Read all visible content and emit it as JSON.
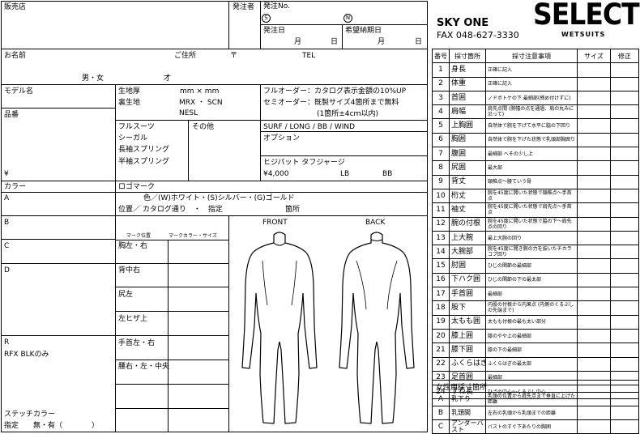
{
  "header": {
    "shop": "販売店",
    "orderer": "発注者",
    "order_no": "発注No.",
    "s_mark": "S",
    "n_mark": "N",
    "order_date": "発注日",
    "delivery_date": "希望納期日",
    "month": "月",
    "day": "日"
  },
  "brand": {
    "company": "SKY ONE",
    "fax": "FAX 048-627-3330",
    "logo": "SELECT",
    "logo_sub": "WETSUITS"
  },
  "customer": {
    "name": "お名前",
    "address": "ご住所",
    "postal": "〒",
    "tel": "TEL",
    "gender": "男・女",
    "age": "才"
  },
  "model": {
    "model_name": "モデル名",
    "product_no": "品番",
    "yen": "¥",
    "fabric_thickness": "生地厚",
    "thickness_units": "mm ×       mm",
    "lining": "裏生地",
    "lining_options": "MRX ・ SCN",
    "lining_option2": "NESL",
    "types": [
      "フルスーツ",
      "シーガル",
      "長袖スプリング",
      "半袖スプリング"
    ],
    "other": "その他",
    "full_order": "フルオーダー：カタログ表示金額の10%UP",
    "semi_order": "セミオーダー：既製サイズ4箇所まで無料",
    "semi_note": "(1箇所±4cｍ以内)",
    "styles": "SURF / LONG / BB / WIND",
    "option": "オプション",
    "elbow_pad": "ヒジパット タフジャージ",
    "elbow_price": "¥4,000",
    "lb": "LB",
    "bb": "BB"
  },
  "color": {
    "label": "カラー",
    "logo_mark": "ロゴマーク",
    "rows": [
      "A",
      "B",
      "C",
      "D"
    ],
    "logo_colors": "色／(W)ホワイト・(S)シルバー・(G)ゴールド",
    "position": "位置／ カタログ通り　・　指定",
    "places": "箇所",
    "mark_position": "マーク位置",
    "mark_color_size": "マークカラー・サイズ",
    "mark_rows": [
      "胸左・右",
      "背中右",
      "尻左",
      "左ヒザ上",
      "手首左・右",
      "腰右・左・中央"
    ],
    "r_label": "R",
    "rfx": "RFX BLKのみ",
    "stitch": "ステッチカラー",
    "stitch_spec": "指定　　無・有（　　　　）"
  },
  "figures": {
    "front": "FRONT",
    "back": "BACK"
  },
  "measurements": {
    "headers": [
      "番号",
      "採寸箇所",
      "採寸注意事項",
      "サイズ",
      "修正"
    ],
    "rows": [
      {
        "no": "1",
        "part": "身長",
        "note": "正確に記入"
      },
      {
        "no": "2",
        "part": "体重",
        "note": "正確に記入"
      },
      {
        "no": "3",
        "part": "首囲",
        "note": "ノドボトケの下 最細部(締め付けずに)"
      },
      {
        "no": "4",
        "part": "肩幅",
        "note": "肩先点間 (腕幅の点を通過、肩の丸みに沿って)"
      },
      {
        "no": "5",
        "part": "上胸囲",
        "note": "自然体で腕を下げて水平に脇の下回り"
      },
      {
        "no": "6",
        "part": "胸囲",
        "note": "自然体で腕を下げた状態で乳頭部胸囲り"
      },
      {
        "no": "7",
        "part": "腹囲",
        "note": "最細部 へその少し上"
      },
      {
        "no": "8",
        "part": "尻囲",
        "note": "最大部"
      },
      {
        "no": "9",
        "part": "背丈",
        "note": "頸椎点～腰ていう骨"
      },
      {
        "no": "10",
        "part": "桁丈",
        "note": "腕を45度に開いた状態で頸椎点～手首点"
      },
      {
        "no": "11",
        "part": "袖丈",
        "note": "腕を45度に開いた状態で肩先点～手首点"
      },
      {
        "no": "12",
        "part": "腕の付根",
        "note": "腕を45度に開いた状態で脇の下～肩先点の回り"
      },
      {
        "no": "13",
        "part": "上大腕",
        "note": "最上大腕の回り"
      },
      {
        "no": "14",
        "part": "大腕部",
        "note": "腕を45度に開き腕の力を抜いたチカラコブ回り"
      },
      {
        "no": "15",
        "part": "肘囲",
        "note": "ひじの関節の最細部"
      },
      {
        "no": "16",
        "part": "下ハク囲",
        "note": "ひじの関節の下の最太部"
      },
      {
        "no": "17",
        "part": "手首囲",
        "note": "最細部"
      },
      {
        "no": "18",
        "part": "股下",
        "note": "内股の付根から内果点 (内側のくるぶしの先端まで)"
      },
      {
        "no": "19",
        "part": "太もも囲",
        "note": "太もも付根の最も太い部分"
      },
      {
        "no": "20",
        "part": "膝上囲",
        "note": "膝のやや上の最細部"
      },
      {
        "no": "21",
        "part": "膝下囲",
        "note": "膝の下の最細部"
      },
      {
        "no": "22",
        "part": "ふくらはぎ",
        "note": "ふくらはぎの最太部"
      },
      {
        "no": "23",
        "part": "足首囲",
        "note": "最細部"
      },
      {
        "no": "24",
        "part": "すね長",
        "note": "ひざの中心～くるぶし中心"
      }
    ],
    "female_title": "女性用採寸箇所",
    "female_rows": [
      {
        "no": "A",
        "part": "乳下り",
        "note": "乳頭の位置から肩先点まで垂直に上げた距離"
      },
      {
        "no": "B",
        "part": "乳頭間",
        "note": "左右の乳頭から乳頭までの距離"
      },
      {
        "no": "C",
        "part": "アンダーバスト",
        "note": "バストのすぐ下あたりの胸囲"
      }
    ]
  }
}
